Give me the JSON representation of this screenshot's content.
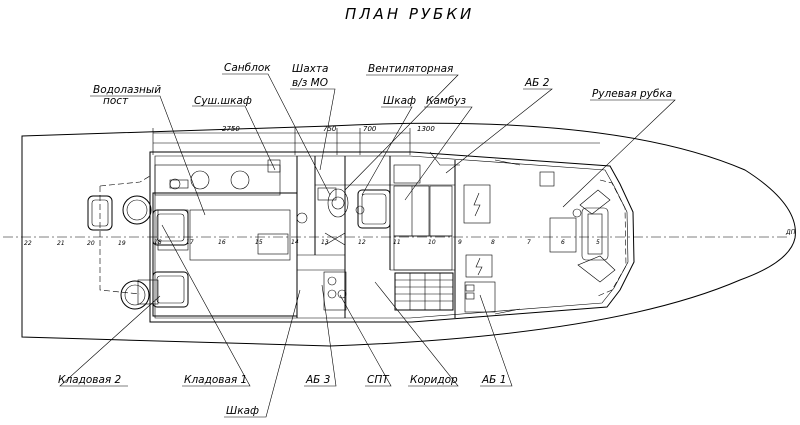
{
  "title": "ПЛАН РУБКИ",
  "labels": {
    "vodolazny_post_1": "Водолазный",
    "vodolazny_post_2": "пост",
    "sush_shkaf": "Суш.шкаф",
    "sanblok": "Санблок",
    "shakhta_1": "Шахта",
    "shakhta_2": "в/з МО",
    "ventilyatornaya": "Вентиляторная",
    "shkaf_top": "Шкаф",
    "kambuz": "Камбуз",
    "ab2": "АБ 2",
    "rulevaya_rubka": "Рулевая рубка",
    "kladovaya2": "Кладовая 2",
    "kladovaya1": "Кладовая 1",
    "ab3": "АБ 3",
    "spt": "СПТ",
    "koridor": "Коридор",
    "ab1": "АБ 1",
    "shkaf_bottom": "Шкаф",
    "dp": "ДП"
  },
  "dimensions": [
    "2750",
    "750",
    "700",
    "1300"
  ],
  "frames": [
    "22",
    "21",
    "20",
    "19",
    "18",
    "17",
    "16",
    "15",
    "14",
    "13",
    "12",
    "11",
    "10",
    "9",
    "8",
    "7",
    "6",
    "5"
  ],
  "frame_inner": {
    "f13": "13",
    "f10": "10",
    "f17": "17",
    "f16": "16",
    "f9": "9",
    "f8": "8",
    "f6": "6",
    "f5": "5"
  }
}
